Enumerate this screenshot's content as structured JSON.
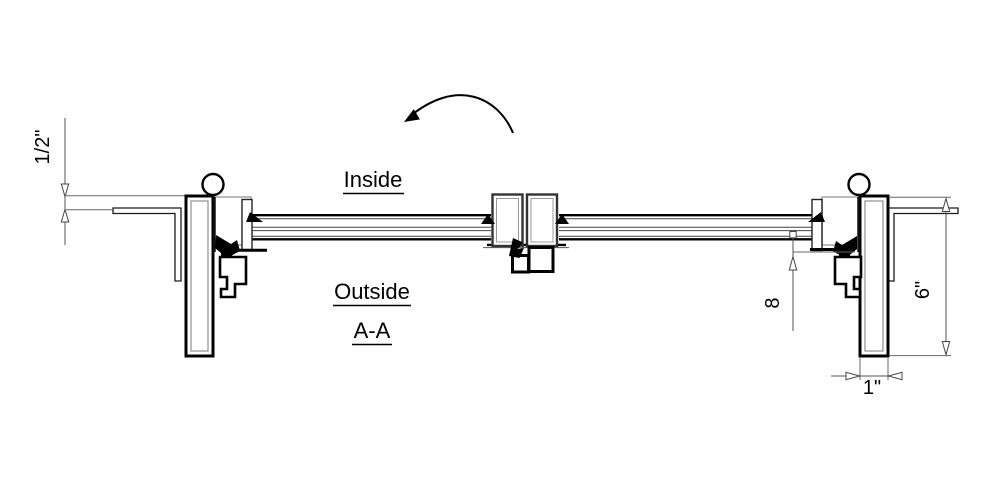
{
  "drawing": {
    "labels": {
      "inside": "Inside",
      "outside": "Outside",
      "section": "A-A"
    },
    "dimensions": {
      "top_left_gap": "1/2\"",
      "panel_offset": "8",
      "frame_depth": "6\"",
      "frame_width": "1\""
    },
    "colors": {
      "line": "#000000",
      "thin_line": "#555555",
      "light_gray": "#a9a9a9",
      "background": "#ffffff"
    }
  }
}
